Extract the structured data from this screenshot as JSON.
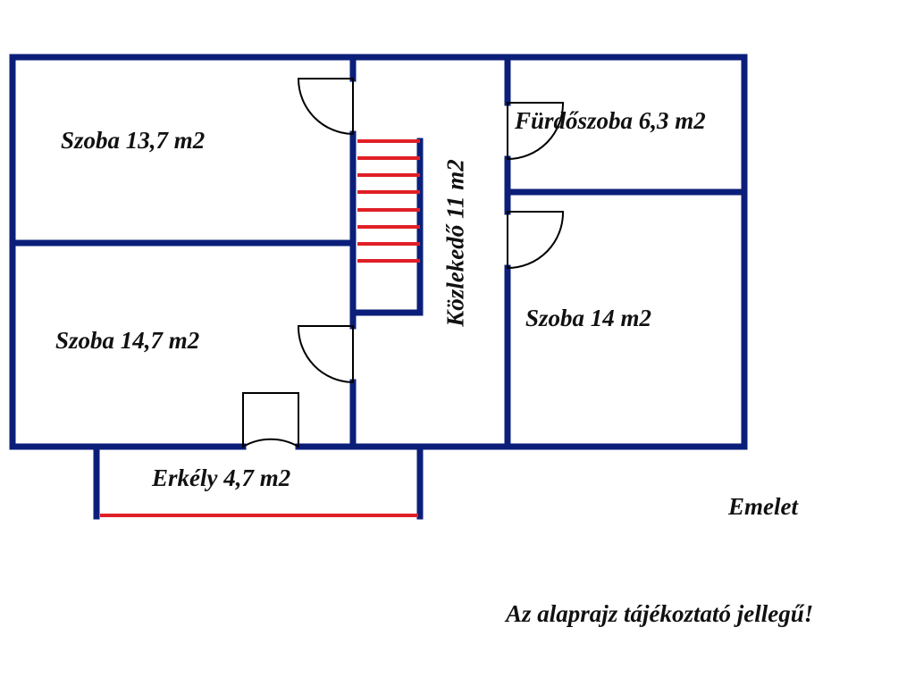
{
  "colors": {
    "wall": "#0b1f7a",
    "window": "#a9c4e8",
    "stairs": "#e01f26",
    "balcony_rail": "#e01f26",
    "text": "#111111"
  },
  "rooms": [
    {
      "id": "room1",
      "label": "Szoba 13,7 m2"
    },
    {
      "id": "room2",
      "label": "Szoba 14,7 m2"
    },
    {
      "id": "corridor",
      "label": "Közlekedő 11 m2"
    },
    {
      "id": "bathroom",
      "label": "Fürdőszoba 6,3 m2"
    },
    {
      "id": "room3",
      "label": "Szoba 14 m2"
    },
    {
      "id": "balcony",
      "label": "Erkély 4,7 m2"
    }
  ],
  "floor_label": "Emelet",
  "disclaimer": "Az alaprajz tájékoztató jellegű!"
}
